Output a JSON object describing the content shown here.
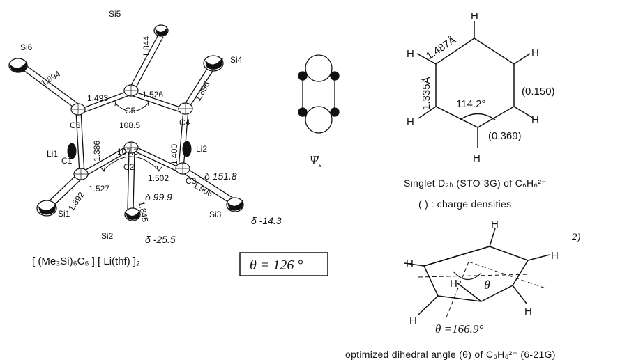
{
  "crystal": {
    "atoms": {
      "si1": "Si1",
      "si2": "Si2",
      "si3": "Si3",
      "si4": "Si4",
      "si5": "Si5",
      "si6": "Si6",
      "c1": "C1",
      "c2": "C2",
      "c3": "C3",
      "c4": "C4",
      "c5": "C5",
      "c6": "C6",
      "li1": "Li1",
      "li2": "Li2"
    },
    "bonds": {
      "si5_c5": "1.844",
      "si6_c6": "1.894",
      "c6_c5": "1.493",
      "c5_c4": "1.526",
      "c4_si4": "1.895",
      "c6_c1": "1.386",
      "c4_c3": "1.400",
      "c1_c2": "1.527",
      "c2_c3": "1.502",
      "c1_si1": "1.892",
      "c2_si2": "1.845",
      "c3_si3": "1.906"
    },
    "angles": {
      "c5": "108.5",
      "c2": "107.3"
    },
    "shifts": {
      "c3": "δ 151.8",
      "c2": "δ 99.9",
      "si3": "δ -14.3",
      "si2": "δ -25.5"
    },
    "formula": "[ (Me₃Si)₆C₆ ] [ Li(thf) ]₂",
    "theta_box": "θ = 126 °"
  },
  "orbital": {
    "label": "Ψ",
    "subscript": "s"
  },
  "singlet": {
    "bond_long": "1.487Å",
    "bond_short": "1.335Å",
    "angle": "114.2°",
    "charge_c": "(0.150)",
    "charge_bottom": "(0.369)",
    "h": "H",
    "caption": "Singlet D₂ₕ (STO-3G) of C₆H₆²⁻",
    "charge_note": "( ) : charge densities"
  },
  "dihedral": {
    "note": "2)",
    "h": "H",
    "theta": "θ",
    "value": "θ =166.9°",
    "caption": "optimized dihedral angle (θ) of C₆H₆²⁻ (6-21G)"
  }
}
